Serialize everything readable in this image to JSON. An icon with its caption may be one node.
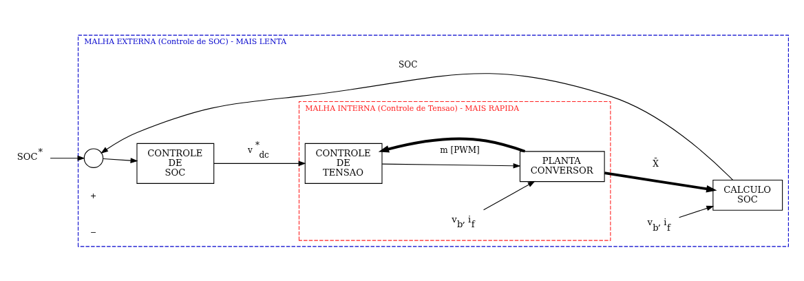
{
  "diagram": {
    "nodes": [
      {
        "text": [
          "MALHA EXTERNA (Controle de SOC) - MAIS LENTA"
        ]
      },
      {
        "text": [
          "MALHA INTERNA (Controle de Tensao) - MAIS RAPIDA"
        ],
        "in": 0
      },
      {
        "text": [
          "SOC$^{*}$"
        ]
      },
      {
        "text": [],
        "shape": "circle",
        "in": 0
      },
      {
        "text": [
          "CONTROLE DE SOC"
        ],
        "in": 0
      },
      {
        "text": [
          "CONTROLE DE TENSAO"
        ],
        "in": 1
      },
      {
        "text": [
          "v$_{b}$, i$_{f}$"
        ],
        "in": 1
      },
      {
        "text": [
          "PLANTA CONVERSOR"
        ],
        "in": 1
      },
      {
        "text": [
          "v$_{b}$, i$_{f}$"
        ],
        "in": 0
      },
      {
        "text": [
          "CALCULO SOC"
        ],
        "in": 0
      }
    ],
    "edges": [
      {
        "from": 2,
        "to": 3,
        "arrow": "to"
      },
      {
        "from": 3,
        "to": 4,
        "arrow": "to"
      },
      {
        "from": 4,
        "to": 5,
        "label": "v$^{*}$$_{dc}$",
        "arrow": "to"
      },
      {
        "from": 5,
        "to": 7,
        "label": "m [PWM]",
        "arrow": "to"
      },
      {
        "from": 6,
        "to": 7,
        "arrow": "to"
      },
      {
        "from": 7,
        "to": 9,
        "label": "X̄",
        "arrow": "to",
        "style": "thick"
      },
      {
        "from": 7,
        "to": 5,
        "arrow": "to",
        "style": "thick"
      },
      {
        "from": 8,
        "to": 9,
        "arrow": "to"
      },
      {
        "from": 9,
        "to": 3,
        "label": "SOC",
        "arrow": "to"
      }
    ],
    "labels": [
      "+",
      "−"
    ]
  }
}
